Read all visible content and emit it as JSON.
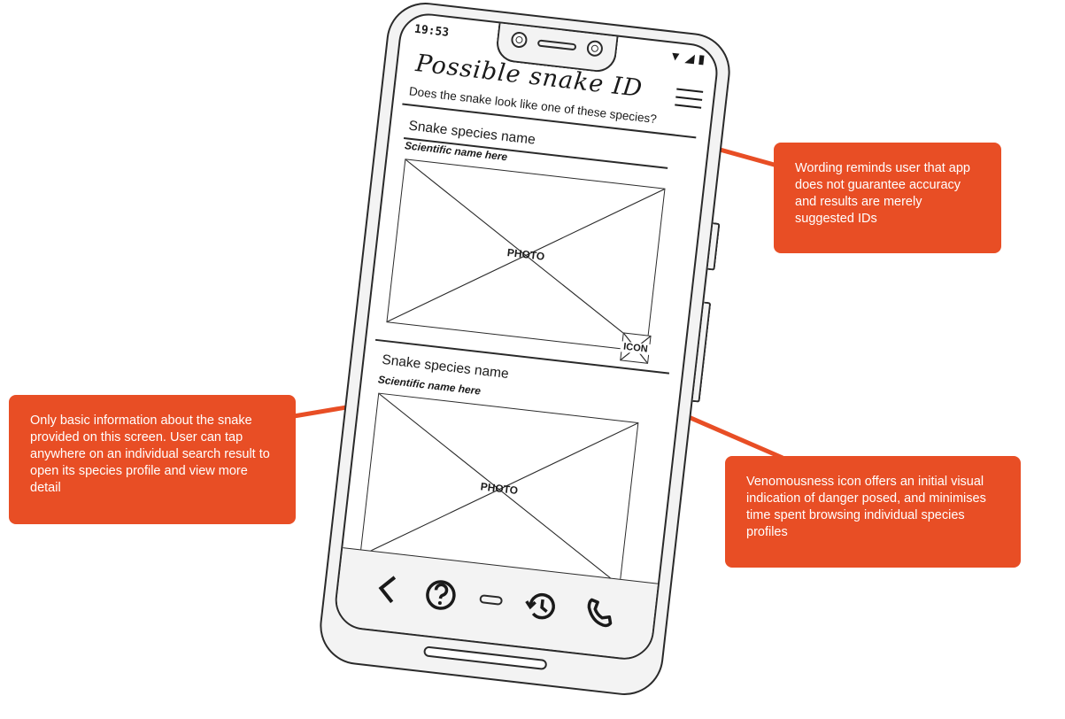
{
  "status_bar": {
    "time": "19:53",
    "icons": [
      "wifi-icon",
      "signal-icon",
      "battery-icon"
    ]
  },
  "screen": {
    "title": "Possible snake ID",
    "subtitle": "Does the snake look like one of these species?",
    "menu_icon": "hamburger-menu-icon",
    "results": [
      {
        "species_name": "Snake species name",
        "scientific_name": "Scientific name here",
        "photo_label": "PHOTO",
        "icon_label": "ICON"
      },
      {
        "species_name": "Snake species name",
        "scientific_name": "Scientific name here",
        "photo_label": "PHOTO"
      }
    ]
  },
  "bottom_nav": {
    "items": [
      "back-icon",
      "help-icon",
      "home-icon",
      "history-icon",
      "phone-icon"
    ]
  },
  "annotations": [
    {
      "text": "Wording reminds user that app does not guarantee accuracy and results are merely suggested IDs"
    },
    {
      "text": "Only basic information about the snake provided on this screen. User can tap anywhere on an individual search result to open its species profile and view more detail"
    },
    {
      "text": "Venomousness icon offers an initial visual indication of danger posed, and minimises time spent browsing individual species profiles"
    }
  ],
  "colors": {
    "callout": "#e84e25",
    "callout_text": "#ffffff",
    "outline": "#2a2a2a"
  }
}
